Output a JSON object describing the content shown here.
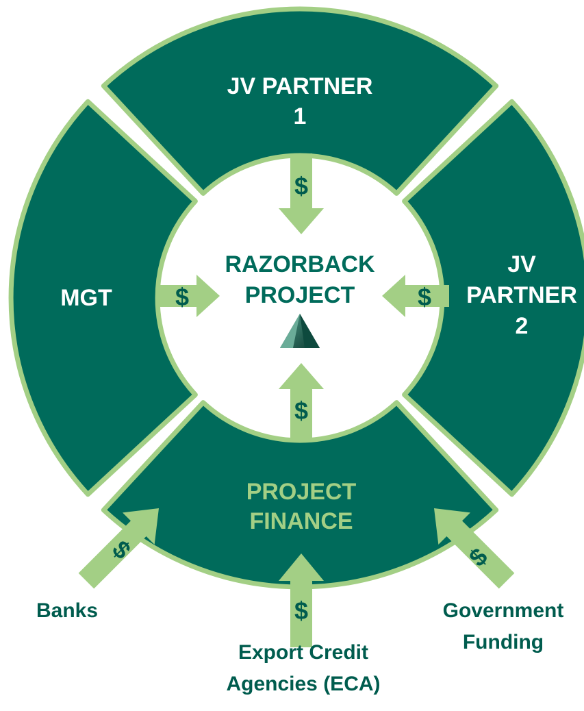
{
  "colors": {
    "segment_fill": "#006b5b",
    "segment_outline": "#a3cf85",
    "arrow_fill": "#a3cf85",
    "dollar_text": "#005c4e",
    "white_text": "#ffffff",
    "finance_text": "#a3cf85",
    "center_text": "#006b5b",
    "external_text": "#005c4e"
  },
  "center": {
    "title_line1": "RAZORBACK",
    "title_line2": "PROJECT",
    "logo": "razorback-triangle-logo"
  },
  "segments": {
    "jv_partner_1": {
      "line1": "JV PARTNER",
      "line2": "1"
    },
    "jv_partner_2": {
      "line1": "JV",
      "line2": "PARTNER",
      "line3": "2"
    },
    "mgt": {
      "label": "MGT"
    },
    "project_finance": {
      "line1": "PROJECT",
      "line2": "FINANCE"
    }
  },
  "dollar_symbol": "$",
  "external_sources": {
    "banks": "Banks",
    "eca_line1": "Export Credit",
    "eca_line2": "Agencies (ECA)",
    "gov_line1": "Government",
    "gov_line2": "Funding"
  }
}
